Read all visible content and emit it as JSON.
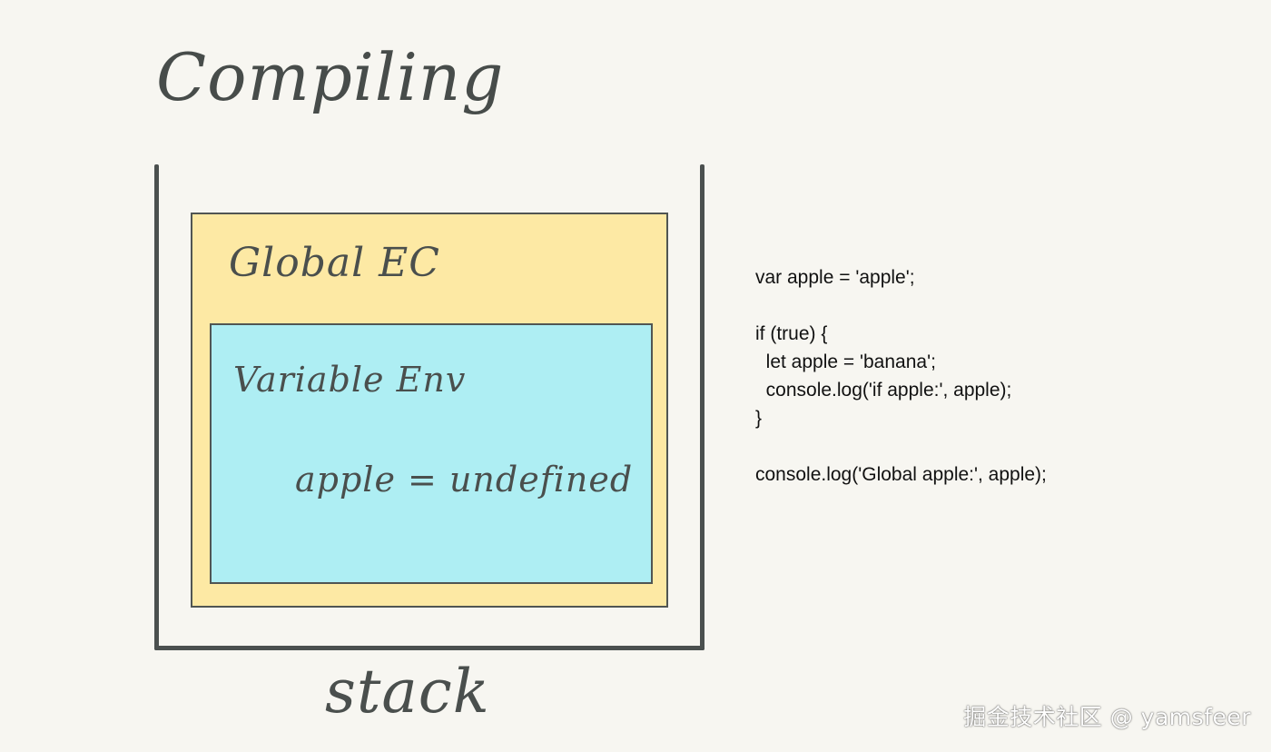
{
  "diagram": {
    "title": "Compiling",
    "global_ec_label": "Global EC",
    "variable_env_label": "Variable Env",
    "variable_binding": "apple = undefined",
    "stack_label": "stack"
  },
  "code": {
    "lines": [
      "var apple = 'apple';",
      "",
      "if (true) {",
      "  let apple = 'banana';",
      "  console.log('if apple:', apple);",
      "}",
      "",
      "console.log('Global apple:', apple);"
    ]
  },
  "watermark": "掘金技术社区 @ yamsfeer",
  "colors": {
    "background": "#f7f6f1",
    "global_ec_fill": "#fde9a4",
    "variable_env_fill": "#aeeef3",
    "outline": "#4b504f"
  }
}
